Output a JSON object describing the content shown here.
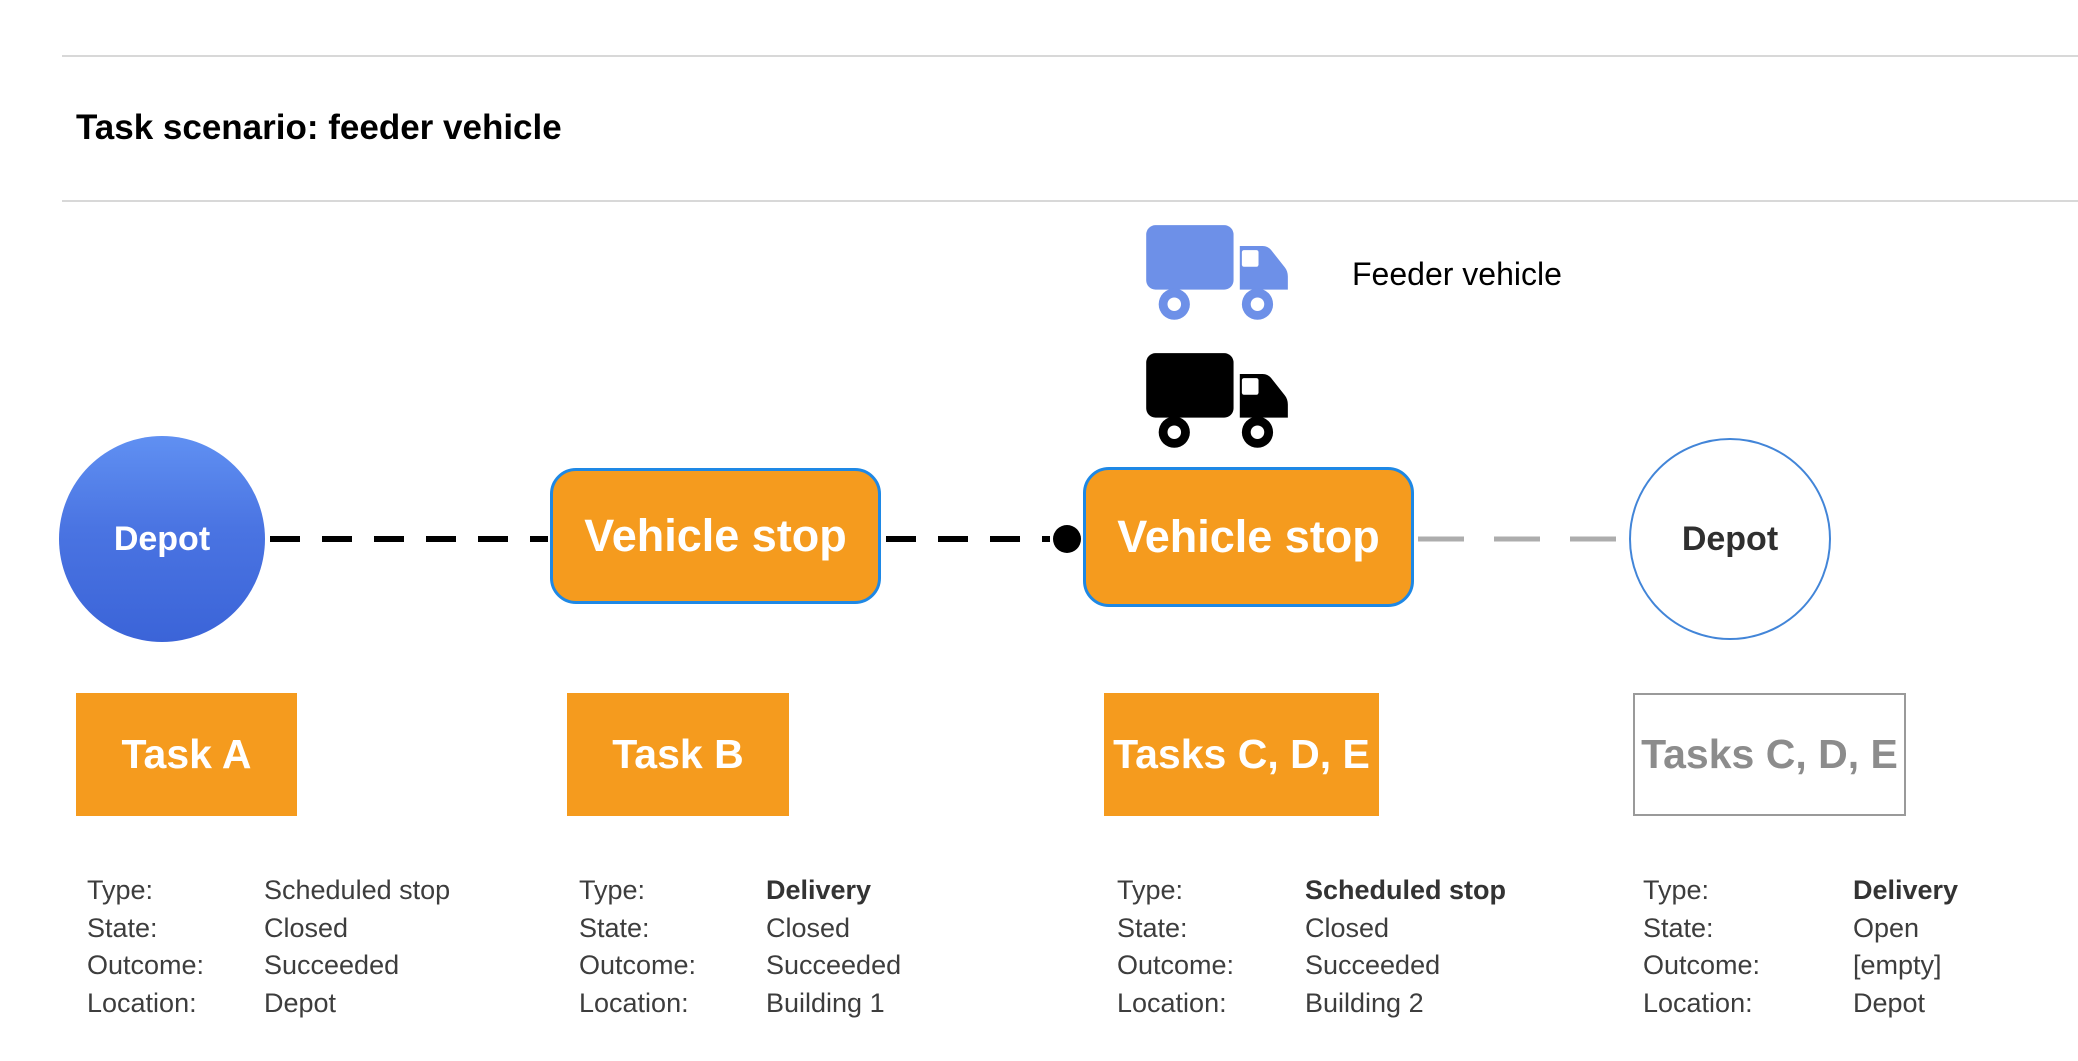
{
  "title": "Task scenario: feeder vehicle",
  "legend": {
    "feeder_vehicle": "Feeder vehicle"
  },
  "nodes": {
    "depot_start": "Depot",
    "vehicle_stop_1": "Vehicle stop",
    "vehicle_stop_2": "Vehicle stop",
    "depot_end": "Depot"
  },
  "tasks": {
    "task_a": "Task A",
    "task_b": "Task B",
    "tasks_cde": "Tasks C, D, E",
    "tasks_cde_planned": "Tasks C, D, E"
  },
  "details": [
    {
      "rows": [
        {
          "label": "Type:",
          "value": "Scheduled stop"
        },
        {
          "label": "State:",
          "value": "Closed"
        },
        {
          "label": "Outcome:",
          "value": "Succeeded"
        },
        {
          "label": "Location:",
          "value": "Depot"
        }
      ]
    },
    {
      "rows": [
        {
          "label": "Type:",
          "value": "Delivery"
        },
        {
          "label": "State:",
          "value": "Closed"
        },
        {
          "label": "Outcome:",
          "value": "Succeeded"
        },
        {
          "label": "Location:",
          "value": "Building 1"
        }
      ]
    },
    {
      "rows": [
        {
          "label": "Type:",
          "value": "Scheduled stop"
        },
        {
          "label": "State:",
          "value": "Closed"
        },
        {
          "label": "Outcome:",
          "value": "Succeeded"
        },
        {
          "label": "Location:",
          "value": "Building 2"
        }
      ]
    },
    {
      "rows": [
        {
          "label": "Type:",
          "value": "Delivery"
        },
        {
          "label": "State:",
          "value": "Open"
        },
        {
          "label": "Outcome:",
          "value": "[empty]"
        },
        {
          "label": "Location:",
          "value": "Depot"
        }
      ]
    }
  ],
  "colors": {
    "orange": "#f59b1e",
    "blue_border": "#1e88e5",
    "feeder_blue": "#6d90e8",
    "gray_dash": "#adadad"
  }
}
